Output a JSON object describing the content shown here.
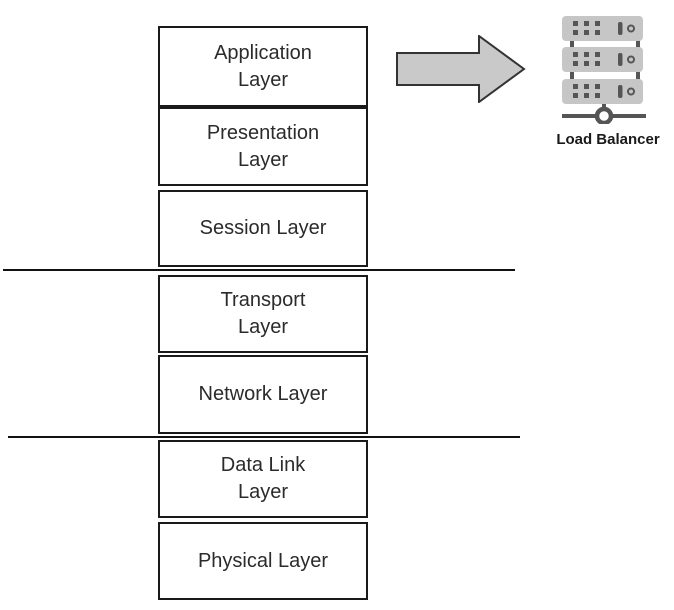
{
  "diagram": {
    "title_hidden": "",
    "layers": [
      {
        "label": "Application\nLayer"
      },
      {
        "label": "Presentation\nLayer"
      },
      {
        "label": "Session Layer"
      },
      {
        "label": "Transport\nLayer"
      },
      {
        "label": "Network Layer"
      },
      {
        "label": "Data Link\nLayer"
      },
      {
        "label": "Physical Layer"
      }
    ],
    "arrow": {
      "direction": "right"
    },
    "load_balancer": {
      "label": "Load Balancer"
    },
    "icons": {
      "arrow": "right-block-arrow-icon",
      "load_balancer": "server-stack-icon"
    }
  },
  "colors": {
    "box-border": "#1a1a1a",
    "box-fill": "#ffffff",
    "text": "#2b2b2b",
    "divider": "#111111",
    "arrow-fill": "#c9c9c9",
    "arrow-stroke": "#333333",
    "server-body": "#c6c6c6",
    "server-detail": "#555555",
    "label-text": "#1a1a1a"
  }
}
